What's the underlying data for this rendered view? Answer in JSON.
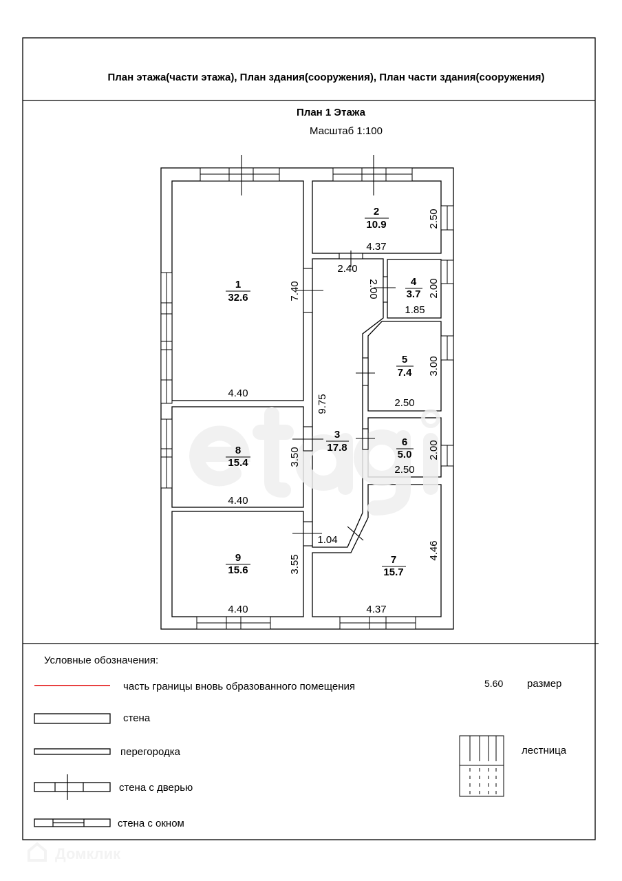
{
  "header": {
    "title": "План этажа(части этажа), План здания(сооружения), План части здания(сооружения)"
  },
  "plan": {
    "title": "План 1 Этажа",
    "scale": "Масштаб 1:100"
  },
  "rooms": [
    {
      "number": "1",
      "area": "32.6"
    },
    {
      "number": "2",
      "area": "10.9"
    },
    {
      "number": "3",
      "area": "17.8"
    },
    {
      "number": "4",
      "area": "3.7"
    },
    {
      "number": "5",
      "area": "7.4"
    },
    {
      "number": "6",
      "area": "5.0"
    },
    {
      "number": "7",
      "area": "15.7"
    },
    {
      "number": "8",
      "area": "15.4"
    },
    {
      "number": "9",
      "area": "15.6"
    }
  ],
  "dimensions": {
    "r1_w": "4.40",
    "r1_h": "7.40",
    "r2_w": "4.37",
    "r2_h": "2.50",
    "r3_top": "2.40",
    "r3_h": "9.75",
    "r3_side": "2.00",
    "r3_bottom": "1.04",
    "r4_w": "1.85",
    "r4_h": "2.00",
    "r5_w": "2.50",
    "r5_h": "3.00",
    "r6_w": "2.50",
    "r6_h": "2.00",
    "r7_w": "4.37",
    "r7_h": "4.46",
    "r8_w": "4.40",
    "r8_h": "3.50",
    "r9_w": "4.40",
    "r9_h": "3.55"
  },
  "legend": {
    "title": "Условные обозначения:",
    "red_line": "часть границы вновь образованного помещения",
    "wall": "стена",
    "partition": "перегородка",
    "wall_door": "стена с дверью",
    "wall_window": "стена с окном",
    "size_example": "5.60",
    "size": "размер",
    "stairs": "лестница",
    "red_color": "#e00000"
  },
  "watermarks": {
    "center": "etagi",
    "bottom": "Домклик"
  }
}
